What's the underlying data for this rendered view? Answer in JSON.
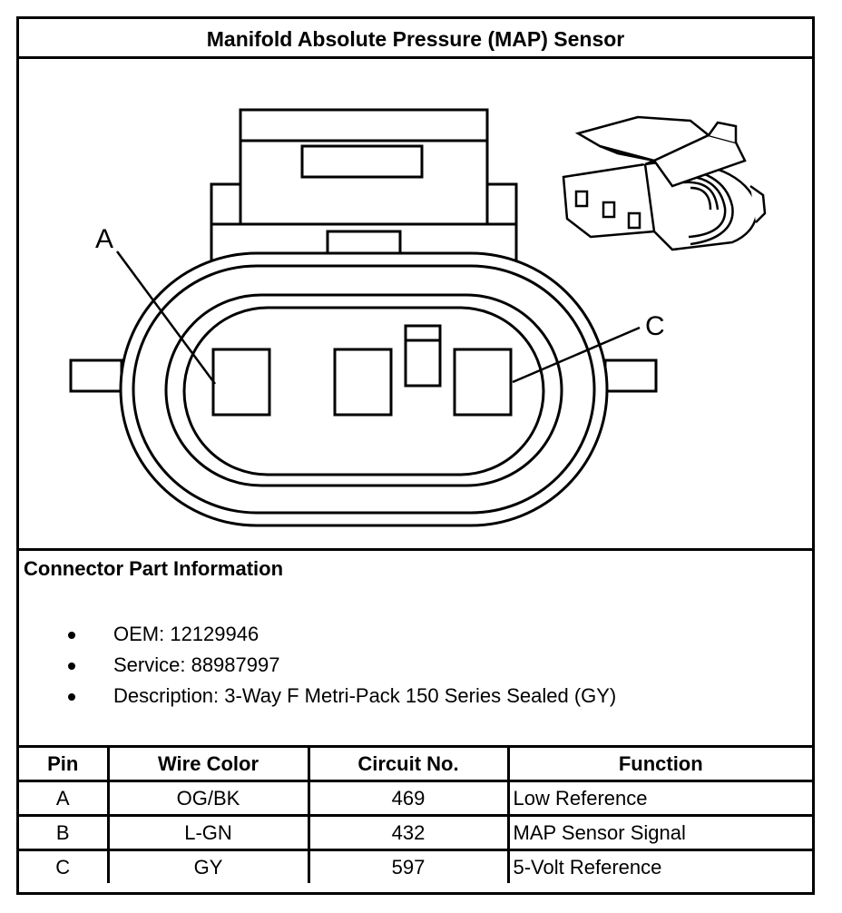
{
  "title": "Manifold Absolute Pressure (MAP) Sensor",
  "diagram": {
    "pin_labels": [
      "A",
      "C"
    ],
    "icons": [
      "connector-face-view",
      "connector-perspective-icon"
    ]
  },
  "connector_info": {
    "heading": "Connector Part Information",
    "items": [
      "OEM: 12129946",
      "Service: 88987997",
      "Description: 3-Way F Metri-Pack 150 Series Sealed (GY)"
    ]
  },
  "table": {
    "headers": [
      "Pin",
      "Wire Color",
      "Circuit No.",
      "Function"
    ],
    "rows": [
      [
        "A",
        "OG/BK",
        "469",
        "Low Reference"
      ],
      [
        "B",
        "L-GN",
        "432",
        "MAP Sensor Signal"
      ],
      [
        "C",
        "GY",
        "597",
        "5-Volt Reference"
      ]
    ]
  }
}
